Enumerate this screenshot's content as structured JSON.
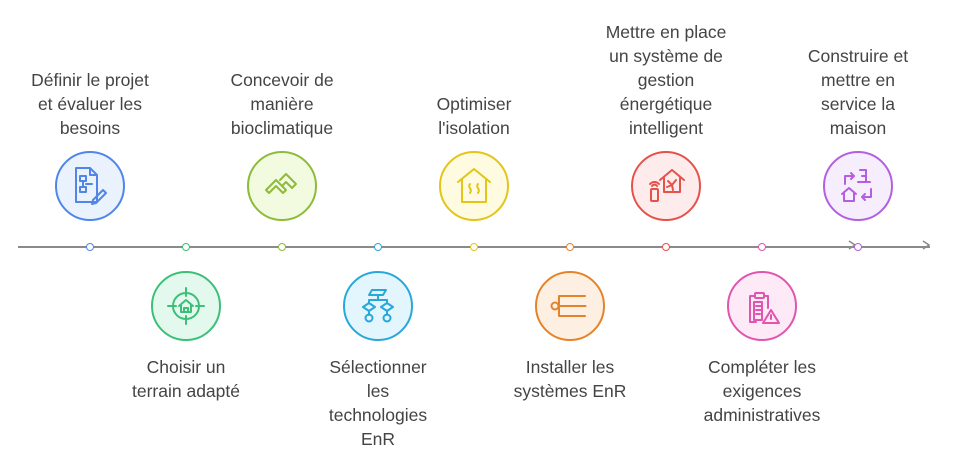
{
  "steps": [
    {
      "label": "Définir le projet\net évaluer les\nbesoins",
      "icon": "document-flowchart-pencil-icon",
      "color": "#4f86e8",
      "tint": "#eaf2fe",
      "pos": "top"
    },
    {
      "label": "Choisir un\nterrain adapté",
      "icon": "house-target-icon",
      "color": "#3cbf78",
      "tint": "#e4f9ee",
      "pos": "bottom"
    },
    {
      "label": "Concevoir de\nmanière\nbioclimatique",
      "icon": "roof-shapes-icon",
      "color": "#8dbb3a",
      "tint": "#f2fbe0",
      "pos": "top"
    },
    {
      "label": "Sélectionner\nles\ntechnologies\nEnR",
      "icon": "decision-tree-icon",
      "color": "#28a7da",
      "tint": "#e4f6fd",
      "pos": "bottom"
    },
    {
      "label": "Optimiser\nl'isolation",
      "icon": "house-heat-icon",
      "color": "#e3c51a",
      "tint": "#fefbe0",
      "pos": "top"
    },
    {
      "label": "Installer les\nsystèmes EnR",
      "icon": "system-connector-icon",
      "color": "#e5832b",
      "tint": "#fdf0e3",
      "pos": "bottom"
    },
    {
      "label": "Mettre en place\nun système de\ngestion\nénergétique\nintelligent",
      "icon": "smart-home-fan-icon",
      "color": "#e4524b",
      "tint": "#fdeceb",
      "pos": "top"
    },
    {
      "label": "Compléter les\nexigences\nadministratives",
      "icon": "clipboard-warning-icon",
      "color": "#df55b0",
      "tint": "#fdeaf6",
      "pos": "bottom"
    },
    {
      "label": "Construire et\nmettre en\nservice la\nmaison",
      "icon": "house-cycle-icon",
      "color": "#b35fe0",
      "tint": "#f7eefd",
      "pos": "top"
    }
  ],
  "axis_color": "#8a8a8a"
}
